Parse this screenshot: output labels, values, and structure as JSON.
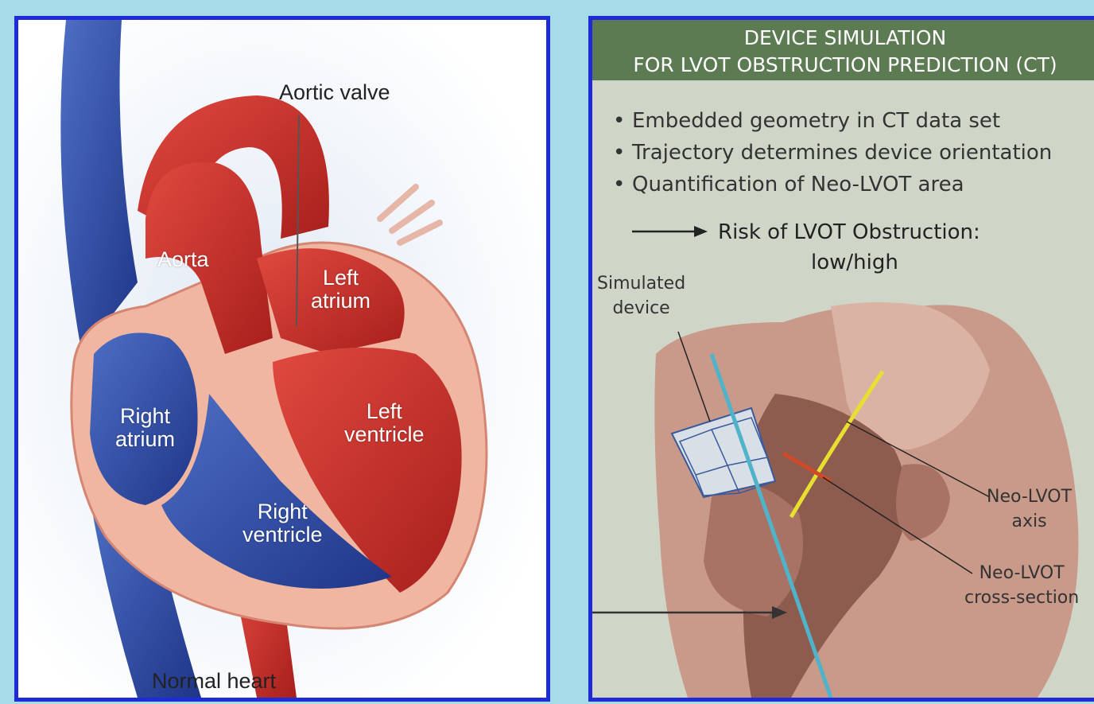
{
  "left": {
    "labels": {
      "aortic_valve": "Aortic valve",
      "aorta": "Aorta",
      "left_atrium": "Left\natrium",
      "right_atrium": "Right\natrium",
      "left_ventricle": "Left\nventricle",
      "right_ventricle": "Right\nventricle",
      "caption": "Normal heart"
    }
  },
  "right": {
    "title_line1": "DEVICE SIMULATION",
    "title_line2": "FOR LVOT OBSTRUCTION PREDICTION (CT)",
    "bullets": [
      "Embedded geometry in CT data set",
      "Trajectory determines device orientation",
      "Quantification of Neo-LVOT area"
    ],
    "bullet_marker": "•",
    "risk_line1": "Risk of LVOT Obstruction:",
    "risk_line2": "low/high",
    "simulated_device": "Simulated\ndevice",
    "neo_lvot_axis": "Neo-LVOT\naxis",
    "neo_lvot_cross_section": "Neo-LVOT\ncross-section"
  },
  "colors": {
    "frame_border": "#1f2bd6",
    "background": "#a6dcea",
    "title_bar": "#5d7b52",
    "artery_red": "#c8302c",
    "vein_blue": "#3450a8",
    "trajectory_line": "#4fb3c9",
    "neo_lvot_axis_line": "#e8e030",
    "cross_section_line": "#d04a2a"
  }
}
